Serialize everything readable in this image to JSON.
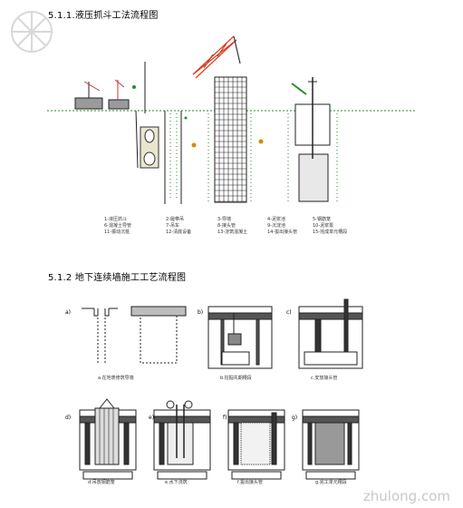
{
  "section1_title": "5.1.1.液压抓斗工法流程图",
  "section2_title": "5.1.2 地下连续墙施工工艺流程图",
  "legend": [
    "1-液压抓斗",
    "2-履带吊",
    "3-导墙",
    "4-泥浆池",
    "5-钢筋笼",
    "6-混凝土导管",
    "7-吊车",
    "8-接头管",
    "9-沉淀池",
    "10-泥浆泵",
    "11-振动沉桩",
    "12-清底设备",
    "13-浇筑混凝土",
    "14-拔出接头管",
    "15-完成单元槽段"
  ],
  "steps_top": [
    {
      "letter": "a)",
      "caption": "a.在地表修筑导墙"
    },
    {
      "letter": "b)",
      "caption": "b.挖掘先期槽段"
    },
    {
      "letter": "c)",
      "caption": "c.安放接头管"
    }
  ],
  "steps_bottom": [
    {
      "letter": "d)",
      "caption": "d.吊放钢筋笼"
    },
    {
      "letter": "e)",
      "caption": "e.水下浇筑"
    },
    {
      "letter": "f)",
      "caption": "f.拔出接头管"
    },
    {
      "letter": "g)",
      "caption": "g.完工单元槽段"
    }
  ],
  "watermark": "zhulong.com"
}
